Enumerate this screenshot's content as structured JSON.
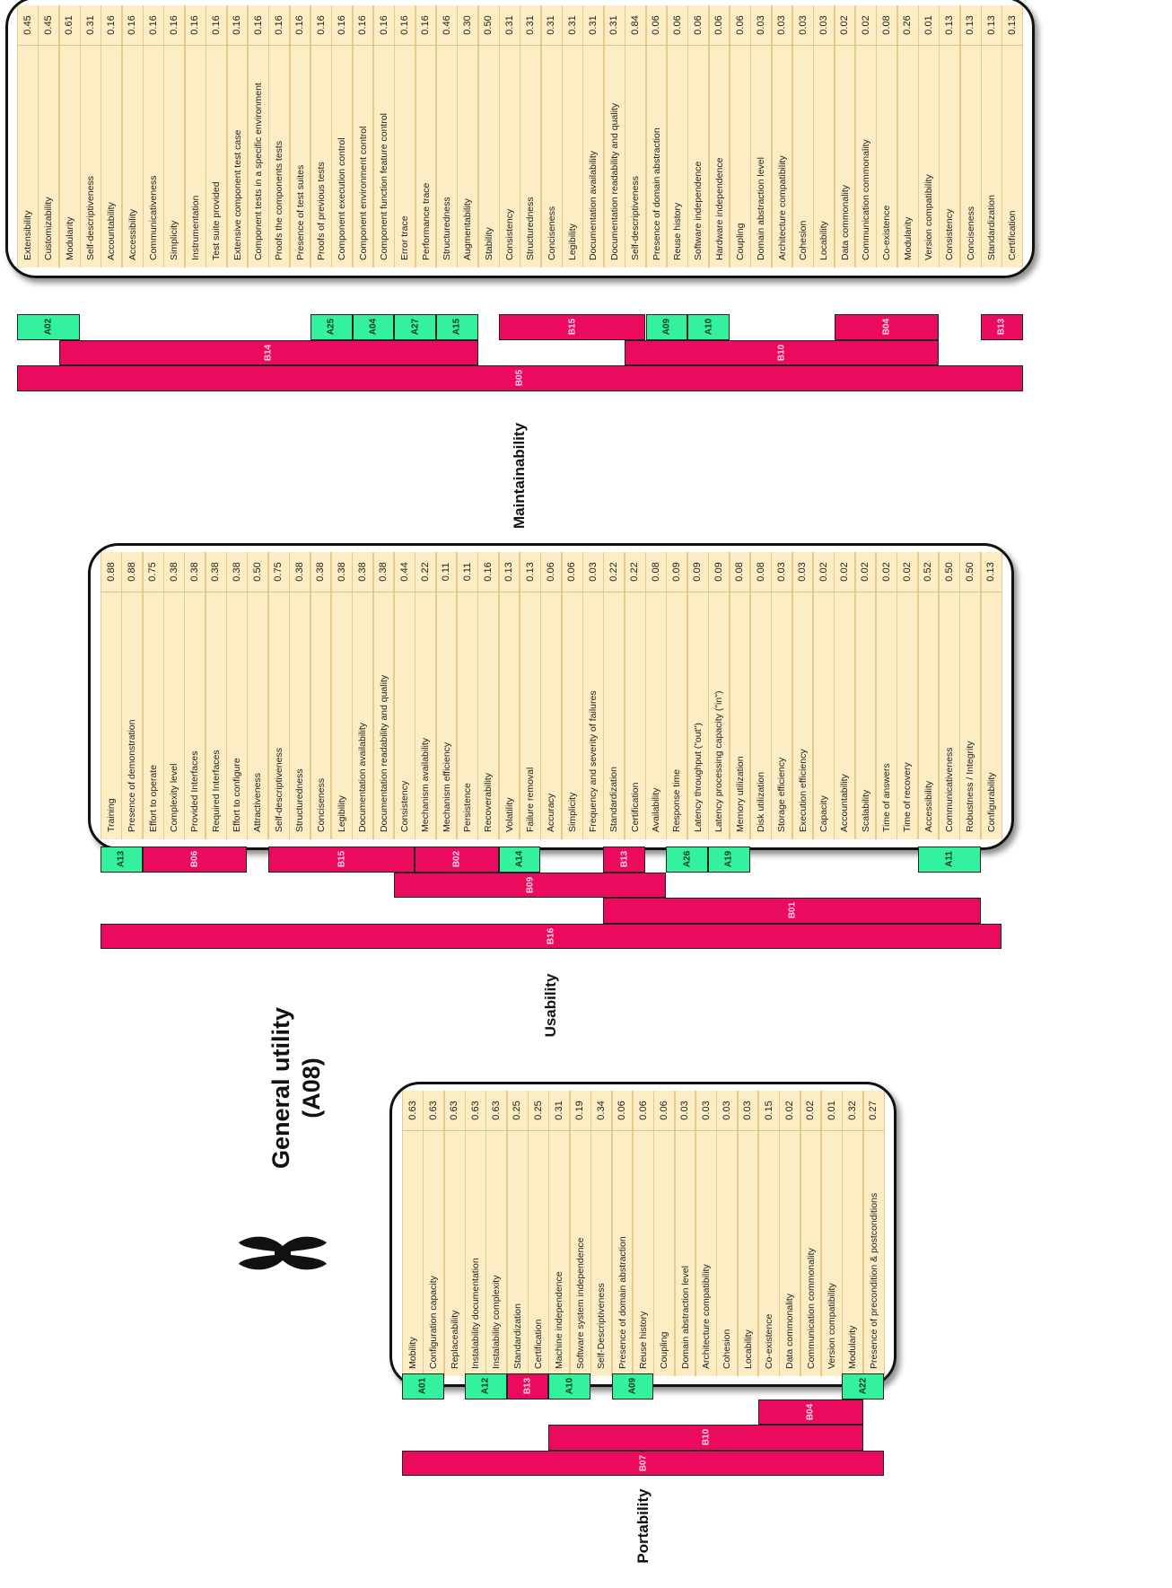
{
  "center": {
    "title_line1": "General utility",
    "title_line2": "(A08)",
    "icon": "chromosome-icon"
  },
  "colors": {
    "cell_bg": "#fdedc4",
    "a_bar": "#33f19c",
    "b_bar": "#ea0a5e"
  },
  "groups": [
    {
      "id": "maintainability",
      "label": "Maintainability",
      "metrics": [
        {
          "name": "Extensibility",
          "value": "0.45"
        },
        {
          "name": "Customizability",
          "value": "0.45"
        },
        {
          "name": "Modularity",
          "value": "0.61"
        },
        {
          "name": "Self-descriptiveness",
          "value": "0.31"
        },
        {
          "name": "Accountability",
          "value": "0.16"
        },
        {
          "name": "Accessibility",
          "value": "0.16"
        },
        {
          "name": "Communicativeness",
          "value": "0.16"
        },
        {
          "name": "Simplicity",
          "value": "0.16"
        },
        {
          "name": "Instrumentation",
          "value": "0.16"
        },
        {
          "name": "Test suite provided",
          "value": "0.16"
        },
        {
          "name": "Extensive component test case",
          "value": "0.16"
        },
        {
          "name": "Component tests in a specific environment",
          "value": "0.16"
        },
        {
          "name": "Proofs the components tests",
          "value": "0.16"
        },
        {
          "name": "Presence of test suites",
          "value": "0.16"
        },
        {
          "name": "Proofs of previous tests",
          "value": "0.16"
        },
        {
          "name": "Component execution control",
          "value": "0.16"
        },
        {
          "name": "Component environment control",
          "value": "0.16"
        },
        {
          "name": "Component function feature control",
          "value": "0.16"
        },
        {
          "name": "Error trace",
          "value": "0.16"
        },
        {
          "name": "Performance trace",
          "value": "0.16"
        },
        {
          "name": "Structuredness",
          "value": "0.46"
        },
        {
          "name": "Augmentability",
          "value": "0.30"
        },
        {
          "name": "Stability",
          "value": "0.50"
        },
        {
          "name": "Consistency",
          "value": "0.31"
        },
        {
          "name": "Structuredness",
          "value": "0.31"
        },
        {
          "name": "Conciseness",
          "value": "0.31"
        },
        {
          "name": "Legibility",
          "value": "0.31"
        },
        {
          "name": "Documentation availability",
          "value": "0.31"
        },
        {
          "name": "Documentation readability and quality",
          "value": "0.31"
        },
        {
          "name": "Self-descriptiveness",
          "value": "0.84"
        },
        {
          "name": "Presence of domain abstraction",
          "value": "0.06"
        },
        {
          "name": "Reuse history",
          "value": "0.06"
        },
        {
          "name": "Software independence",
          "value": "0.06"
        },
        {
          "name": "Hardware independence",
          "value": "0.06"
        },
        {
          "name": "Coupling",
          "value": "0.06"
        },
        {
          "name": "Domain abstraction level",
          "value": "0.03"
        },
        {
          "name": "Architecture compatibility",
          "value": "0.03"
        },
        {
          "name": "Cohesion",
          "value": "0.03"
        },
        {
          "name": "Locability",
          "value": "0.03"
        },
        {
          "name": "Data commonality",
          "value": "0.02"
        },
        {
          "name": "Communication commonality",
          "value": "0.02"
        },
        {
          "name": "Co-existence",
          "value": "0.08"
        },
        {
          "name": "Modularity",
          "value": "0.26"
        },
        {
          "name": "Version compatibility",
          "value": "0.01"
        },
        {
          "name": "Consistency",
          "value": "0.13"
        },
        {
          "name": "Conciseness",
          "value": "0.13"
        },
        {
          "name": "Standardization",
          "value": "0.13"
        },
        {
          "name": "Certification",
          "value": "0.13"
        }
      ],
      "bars": [
        {
          "code": "A02",
          "kind": "A",
          "row": 0,
          "start": 0,
          "end": 2
        },
        {
          "code": "A25",
          "kind": "A",
          "row": 0,
          "start": 14,
          "end": 15
        },
        {
          "code": "A04",
          "kind": "A",
          "row": 0,
          "start": 16,
          "end": 17
        },
        {
          "code": "A27",
          "kind": "A",
          "row": 0,
          "start": 18,
          "end": 19
        },
        {
          "code": "A15",
          "kind": "A",
          "row": 0,
          "start": 20,
          "end": 21
        },
        {
          "code": "B15",
          "kind": "B",
          "row": 0,
          "start": 23,
          "end": 29
        },
        {
          "code": "A09",
          "kind": "A",
          "row": 0,
          "start": 30,
          "end": 31
        },
        {
          "code": "A10",
          "kind": "A",
          "row": 0,
          "start": 32,
          "end": 33
        },
        {
          "code": "B04",
          "kind": "B",
          "row": 0,
          "start": 39,
          "end": 43
        },
        {
          "code": "B13",
          "kind": "B",
          "row": 0,
          "start": 46,
          "end": 47
        },
        {
          "code": "B14",
          "kind": "B",
          "row": 1,
          "start": 2,
          "end": 21
        },
        {
          "code": "B10",
          "kind": "B",
          "row": 1,
          "start": 29,
          "end": 43
        },
        {
          "code": "B05",
          "kind": "B",
          "row": 2,
          "start": 0,
          "end": 47
        }
      ]
    },
    {
      "id": "usability",
      "label": "Usability",
      "metrics": [
        {
          "name": "Training",
          "value": "0.88"
        },
        {
          "name": "Presence of demonstration",
          "value": "0.88"
        },
        {
          "name": "Effort to operate",
          "value": "0.75"
        },
        {
          "name": "Complexity level",
          "value": "0.38"
        },
        {
          "name": "Provided Interfaces",
          "value": "0.38"
        },
        {
          "name": "Required Interfaces",
          "value": "0.38"
        },
        {
          "name": "Effort to configure",
          "value": "0.38"
        },
        {
          "name": "Attractiveness",
          "value": "0.50"
        },
        {
          "name": "Self-descriptiveness",
          "value": "0.75"
        },
        {
          "name": "Structuredness",
          "value": "0.38"
        },
        {
          "name": "Conciseness",
          "value": "0.38"
        },
        {
          "name": "Legibility",
          "value": "0.38"
        },
        {
          "name": "Documentation availability",
          "value": "0.38"
        },
        {
          "name": "Documentation readability and quality",
          "value": "0.38"
        },
        {
          "name": "Consistency",
          "value": "0.44"
        },
        {
          "name": "Mechanism availability",
          "value": "0.22"
        },
        {
          "name": "Mechanism efficiency",
          "value": "0.11"
        },
        {
          "name": "Persistence",
          "value": "0.11"
        },
        {
          "name": "Recoverability",
          "value": "0.16"
        },
        {
          "name": "Volatility",
          "value": "0.13"
        },
        {
          "name": "Failure removal",
          "value": "0.13"
        },
        {
          "name": "Accuracy",
          "value": "0.06"
        },
        {
          "name": "Simplicity",
          "value": "0.06"
        },
        {
          "name": "Frequency and severity of failures",
          "value": "0.03"
        },
        {
          "name": "Standardization",
          "value": "0.22"
        },
        {
          "name": "Certification",
          "value": "0.22"
        },
        {
          "name": "Availability",
          "value": "0.08"
        },
        {
          "name": "Response time",
          "value": "0.09"
        },
        {
          "name": "Latency throughput (\"out\")",
          "value": "0.09"
        },
        {
          "name": "Latency processing capacity (\"in\")",
          "value": "0.09"
        },
        {
          "name": "Memory utilization",
          "value": "0.08"
        },
        {
          "name": "Disk utilization",
          "value": "0.08"
        },
        {
          "name": "Storage efficiency",
          "value": "0.03"
        },
        {
          "name": "Execution efficiency",
          "value": "0.03"
        },
        {
          "name": "Capacity",
          "value": "0.02"
        },
        {
          "name": "Accountability",
          "value": "0.02"
        },
        {
          "name": "Scalability",
          "value": "0.02"
        },
        {
          "name": "Time of answers",
          "value": "0.02"
        },
        {
          "name": "Time of recovery",
          "value": "0.02"
        },
        {
          "name": "Accessibility",
          "value": "0.52"
        },
        {
          "name": "Communicativeness",
          "value": "0.50"
        },
        {
          "name": "Robustness / Integrity",
          "value": "0.50"
        },
        {
          "name": "Configurability",
          "value": "0.13"
        }
      ],
      "bars": [
        {
          "code": "A13",
          "kind": "A",
          "row": 0,
          "start": 0,
          "end": 1
        },
        {
          "code": "B06",
          "kind": "B",
          "row": 0,
          "start": 2,
          "end": 6
        },
        {
          "code": "B15",
          "kind": "B",
          "row": 0,
          "start": 8,
          "end": 14
        },
        {
          "code": "B02",
          "kind": "B",
          "row": 0,
          "start": 15,
          "end": 18
        },
        {
          "code": "A14",
          "kind": "A",
          "row": 0,
          "start": 19,
          "end": 20
        },
        {
          "code": "B13",
          "kind": "B",
          "row": 0,
          "start": 24,
          "end": 25
        },
        {
          "code": "A26",
          "kind": "A",
          "row": 0,
          "start": 27,
          "end": 28
        },
        {
          "code": "A19",
          "kind": "A",
          "row": 0,
          "start": 29,
          "end": 30
        },
        {
          "code": "A11",
          "kind": "A",
          "row": 0,
          "start": 39,
          "end": 41
        },
        {
          "code": "B09",
          "kind": "B",
          "row": 1,
          "start": 14,
          "end": 26
        },
        {
          "code": "B01",
          "kind": "B",
          "row": 2,
          "start": 24,
          "end": 41
        },
        {
          "code": "B16",
          "kind": "B",
          "row": 3,
          "start": 0,
          "end": 42
        }
      ]
    },
    {
      "id": "portability",
      "label": "Portability",
      "metrics": [
        {
          "name": "Mobility",
          "value": "0.63"
        },
        {
          "name": "Configuration capacity",
          "value": "0.63"
        },
        {
          "name": "Replaceability",
          "value": "0.63"
        },
        {
          "name": "Instalability documentation",
          "value": "0.63"
        },
        {
          "name": "Instalability complexity",
          "value": "0.63"
        },
        {
          "name": "Standardization",
          "value": "0.25"
        },
        {
          "name": "Certification",
          "value": "0.25"
        },
        {
          "name": "Machine independence",
          "value": "0.31"
        },
        {
          "name": "Software system independence",
          "value": "0.19"
        },
        {
          "name": "Self-Descriptiveness",
          "value": "0.34"
        },
        {
          "name": "Presence of domain abstraction",
          "value": "0.06"
        },
        {
          "name": "Reuse history",
          "value": "0.06"
        },
        {
          "name": "Coupling",
          "value": "0.06"
        },
        {
          "name": "Domain abstraction level",
          "value": "0.03"
        },
        {
          "name": "Architecture compatibility",
          "value": "0.03"
        },
        {
          "name": "Cohesion",
          "value": "0.03"
        },
        {
          "name": "Locability",
          "value": "0.03"
        },
        {
          "name": "Co-existence",
          "value": "0.15"
        },
        {
          "name": "Data commonality",
          "value": "0.02"
        },
        {
          "name": "Communication commonality",
          "value": "0.02"
        },
        {
          "name": "Version compatibility",
          "value": "0.01"
        },
        {
          "name": "Modularity",
          "value": "0.32"
        },
        {
          "name": "Presence of precondition & postconditions",
          "value": "0.27"
        }
      ],
      "bars": [
        {
          "code": "A01",
          "kind": "A",
          "row": 0,
          "start": 0,
          "end": 1
        },
        {
          "code": "A12",
          "kind": "A",
          "row": 0,
          "start": 3,
          "end": 4
        },
        {
          "code": "B13",
          "kind": "B",
          "row": 0,
          "start": 5,
          "end": 6
        },
        {
          "code": "A10",
          "kind": "A",
          "row": 0,
          "start": 7,
          "end": 8
        },
        {
          "code": "A09",
          "kind": "A",
          "row": 0,
          "start": 10,
          "end": 11
        },
        {
          "code": "A22",
          "kind": "A",
          "row": 0,
          "start": 21,
          "end": 22
        },
        {
          "code": "B04",
          "kind": "B",
          "row": 1,
          "start": 17,
          "end": 21
        },
        {
          "code": "B10",
          "kind": "B",
          "row": 2,
          "start": 7,
          "end": 21
        },
        {
          "code": "B07",
          "kind": "B",
          "row": 3,
          "start": 0,
          "end": 22
        }
      ]
    }
  ]
}
